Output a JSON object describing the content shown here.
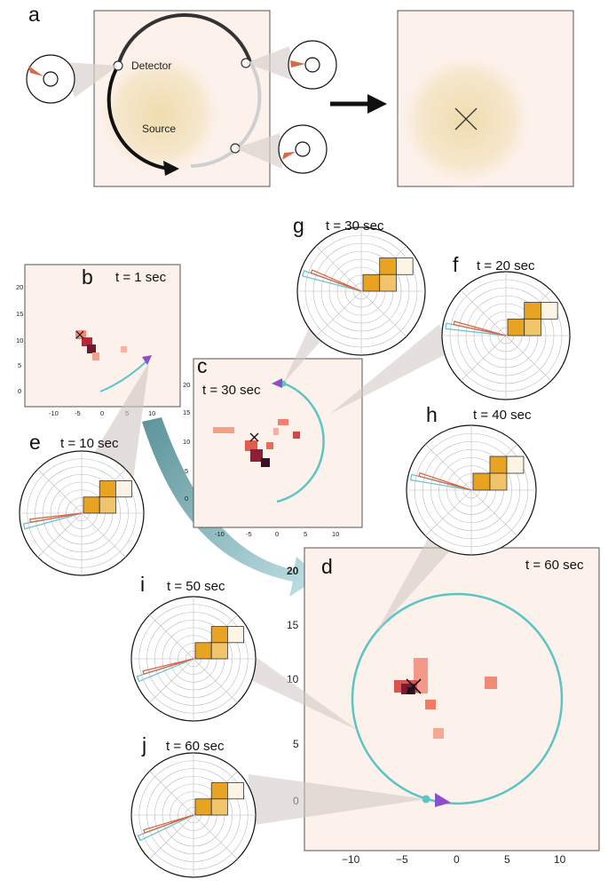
{
  "panel_a": {
    "letter": "a",
    "detector_label": "Detector",
    "source_label": "Source"
  },
  "panels": {
    "b": {
      "letter": "b",
      "time": "t = 1 sec"
    },
    "c": {
      "letter": "c",
      "time": "t = 30 sec"
    },
    "d": {
      "letter": "d",
      "time": "t = 60 sec"
    },
    "e": {
      "letter": "e",
      "time": "t = 10 sec"
    },
    "f": {
      "letter": "f",
      "time": "t = 20 sec"
    },
    "g": {
      "letter": "g",
      "time": "t = 30 sec"
    },
    "h": {
      "letter": "h",
      "time": "t = 40 sec"
    },
    "i": {
      "letter": "i",
      "time": "t = 50 sec"
    },
    "j": {
      "letter": "j",
      "time": "t = 60 sec"
    }
  },
  "axes": {
    "small_x_ticks": [
      "-10",
      "-5",
      "0",
      "5",
      "10"
    ],
    "small_y_ticks": [
      "20",
      "15",
      "10",
      "5",
      "0"
    ],
    "d_x_ticks": [
      "−10",
      "−5",
      "0",
      "5",
      "10"
    ],
    "d_y_ticks": [
      "20",
      "15",
      "10",
      "5",
      "0"
    ]
  },
  "colors": {
    "orbit": "#5cc4c4",
    "arrow_head": "#8a4fc9",
    "cell_dark": "#e7a321",
    "cell_mid": "#f1c36a",
    "cell_light": "#fbe7c0",
    "cell_pale": "#fdf4e3",
    "frame_bg": "#fdf1ec",
    "wedge_red": "#d46a4a",
    "wedge_cyan": "#6bbcd0",
    "big_arrow": "#4a9098"
  }
}
